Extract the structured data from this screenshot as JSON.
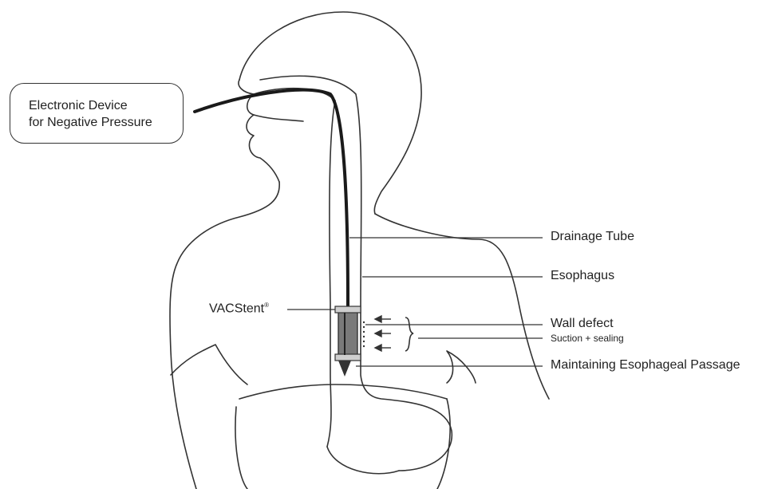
{
  "device_label": {
    "line1": "Electronic Device",
    "line2": "for Negative Pressure"
  },
  "labels": {
    "drainage_tube": "Drainage Tube",
    "esophagus": "Esophagus",
    "stent_name": "VACStent",
    "stent_mark": "®",
    "wall_defect": "Wall defect",
    "suction_sealing": "Suction + sealing",
    "maintaining_passage": "Maintaining Esophageal Passage"
  },
  "colors": {
    "outline": "#333333",
    "tube": "#1a1a1a",
    "stent_fill": "#7a7a7a",
    "stent_ring": "#cfcfcf"
  }
}
